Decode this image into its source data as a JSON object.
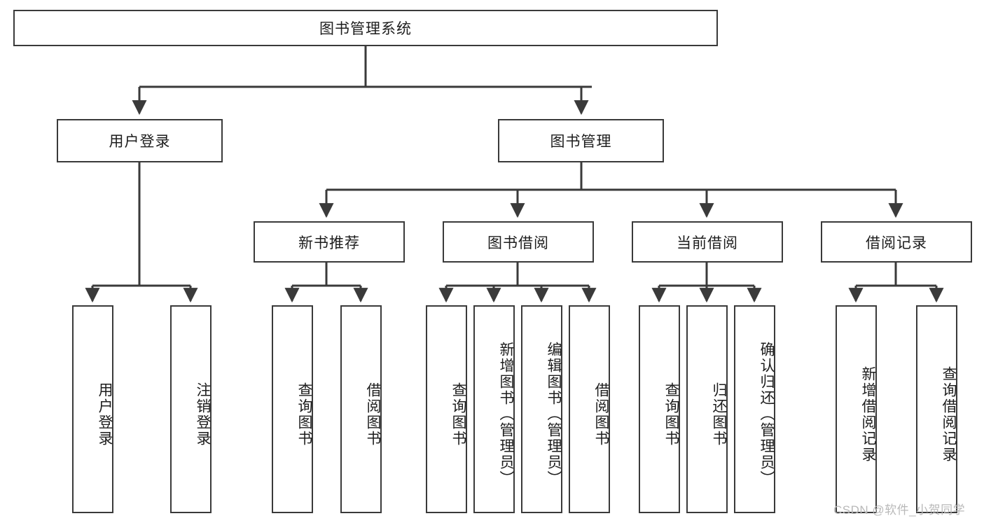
{
  "diagram": {
    "title": "图书管理系统",
    "type": "hierarchy-tree",
    "watermark": "CSDN @软件_小贺同学",
    "levels": {
      "root": {
        "label": "图书管理系统"
      },
      "level2": [
        {
          "label": "用户登录"
        },
        {
          "label": "图书管理"
        }
      ],
      "level3": [
        {
          "label": "新书推荐"
        },
        {
          "label": "图书借阅"
        },
        {
          "label": "当前借阅"
        },
        {
          "label": "借阅记录"
        }
      ],
      "level4": {
        "user_login": [
          {
            "label": "用户登录"
          },
          {
            "label": "注销登录"
          }
        ],
        "new_book_recommend": [
          {
            "label": "查询图书"
          },
          {
            "label": "借阅图书"
          }
        ],
        "book_borrow": [
          {
            "label": "查询图书"
          },
          {
            "label": "新增图书（管理员）"
          },
          {
            "label": "编辑图书（管理员）"
          },
          {
            "label": "借阅图书"
          }
        ],
        "current_borrow": [
          {
            "label": "查询图书"
          },
          {
            "label": "归还图书"
          },
          {
            "label": "确认归还（管理员）"
          }
        ],
        "borrow_record": [
          {
            "label": "新增借阅记录"
          },
          {
            "label": "查询借阅记录"
          }
        ]
      }
    },
    "colors": {
      "stroke": "#3a3a3a",
      "fill": "#ffffff",
      "text": "#1d1d1d",
      "watermark": "#b9b9b9"
    }
  }
}
